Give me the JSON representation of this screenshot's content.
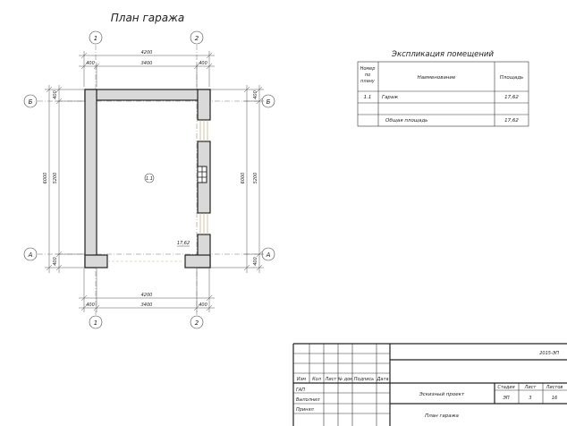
{
  "plan": {
    "title": "План гаража",
    "axis_labels": {
      "col1": "1",
      "col2": "2",
      "rowB": "Б",
      "rowA": "А"
    },
    "dims_top": {
      "left": "400",
      "middle": "3400",
      "right": "400",
      "total": "4200"
    },
    "dims_bottom": {
      "total": "4200",
      "left": "400",
      "middle": "3400",
      "right": "400"
    },
    "dims_left": {
      "total": "6000",
      "middle": "5200",
      "top": "400",
      "bottom": "400"
    },
    "dims_right": {
      "total": "6000",
      "middle": "5200",
      "top": "400",
      "bottom": "400"
    },
    "room_number": "1.1",
    "room_area": "17,62"
  },
  "explication": {
    "title": "Экспликация помещений",
    "headers": {
      "number": "Номер по плану",
      "name": "Наименование",
      "area": "Площадь"
    },
    "rows": [
      {
        "number": "1.1",
        "name": "Гараж",
        "area": "17,62"
      },
      {
        "number": "",
        "name": "",
        "area": ""
      },
      {
        "number": "",
        "name": "Общая площадь",
        "area": "17,62"
      }
    ]
  },
  "title_block": {
    "code": "2015-ЭП",
    "columns": [
      "Изм",
      "Кол",
      "Лист",
      "№ док",
      "Подпись",
      "Дата"
    ],
    "roles": [
      "ГАП",
      "Выполнил",
      "Принял"
    ],
    "project": "Эскизный проект",
    "sheet_title": "План гаража",
    "stage_label": "Стадия",
    "sheet_label": "Лист",
    "sheets_label": "Листов",
    "stage": "ЭП",
    "sheet": "3",
    "sheets": "16"
  }
}
